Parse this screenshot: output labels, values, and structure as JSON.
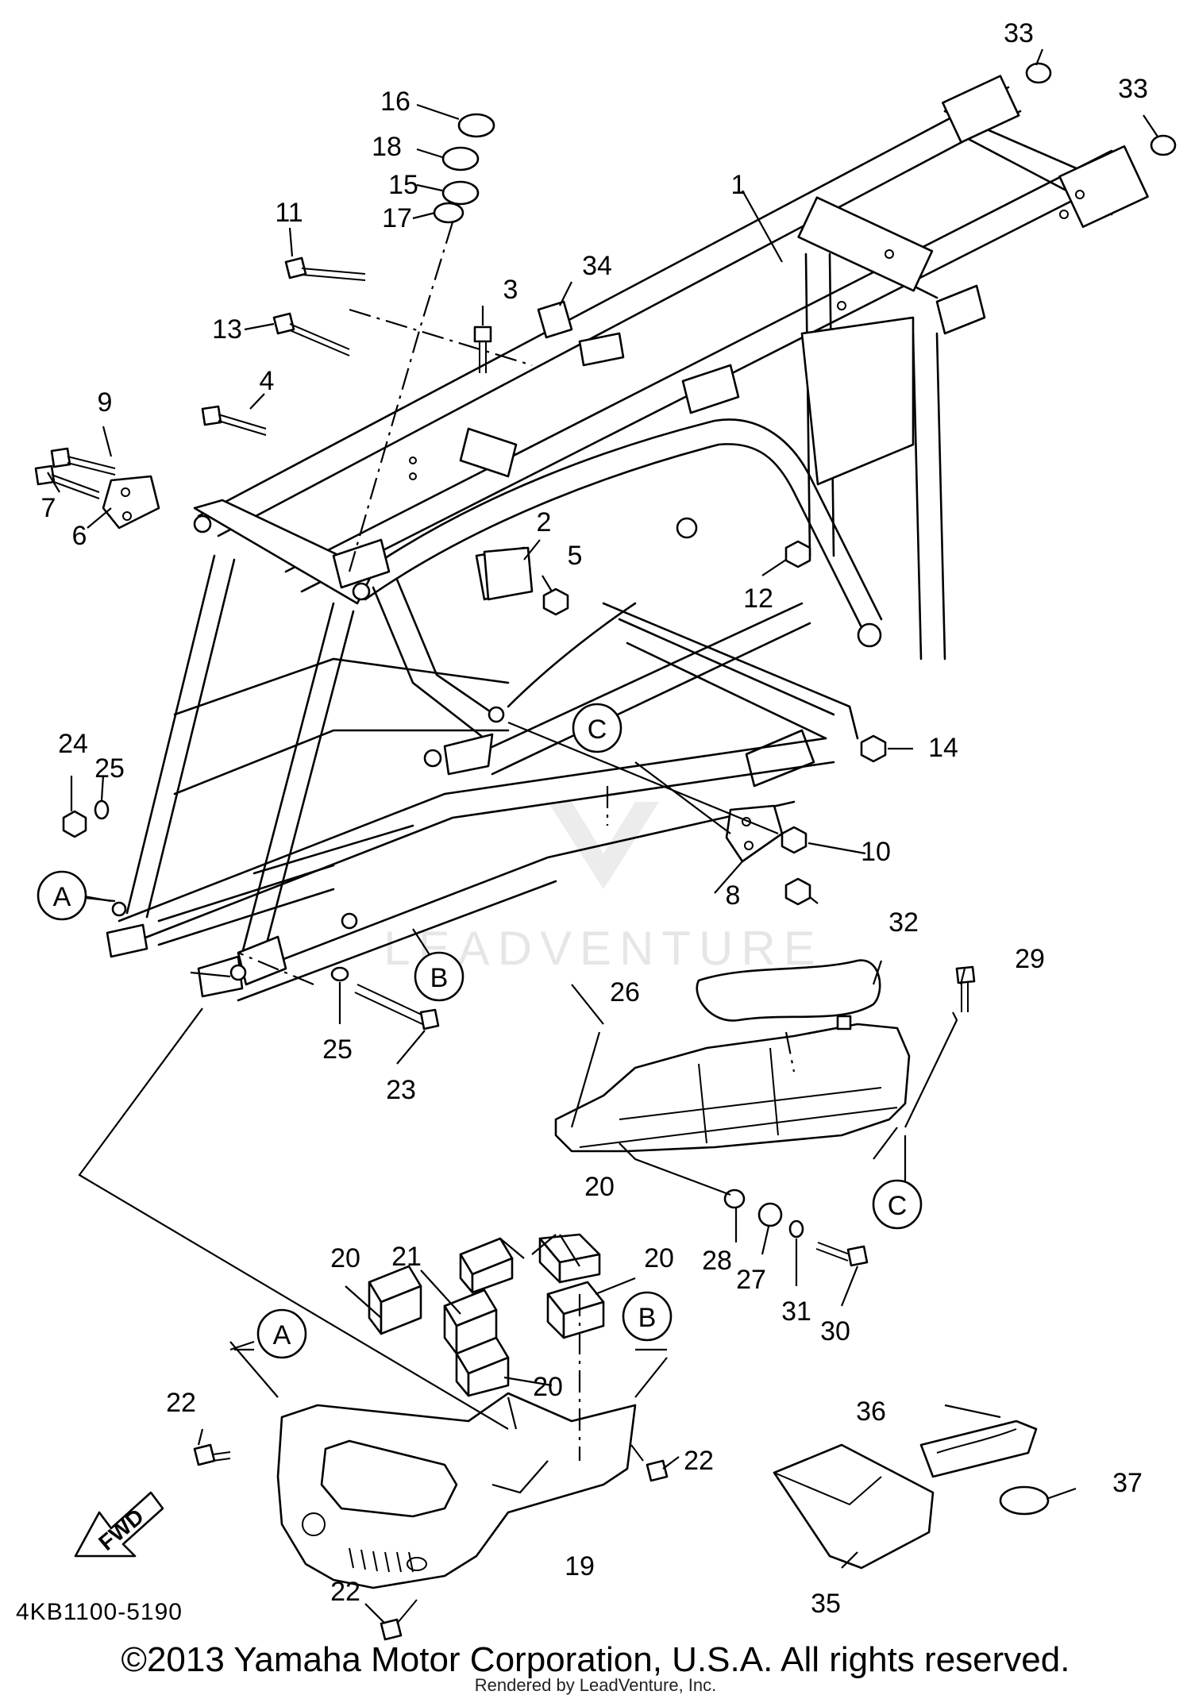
{
  "diagram_code": "4KB1100-5190",
  "copyright": "©2013 Yamaha Motor Corporation, U.S.A. All rights reserved.",
  "rendered_by": "Rendered by LeadVenture, Inc.",
  "watermark": "LEADVENTURE",
  "fwd_label": "FWD",
  "ref_letters": {
    "a": "A",
    "b": "B",
    "c": "C"
  },
  "callouts": {
    "c1": "1",
    "c2": "2",
    "c3": "3",
    "c4": "4",
    "c5": "5",
    "c6": "6",
    "c7": "7",
    "c8": "8",
    "c9": "9",
    "c10": "10",
    "c11": "11",
    "c12": "12",
    "c13": "13",
    "c14": "14",
    "c15": "15",
    "c16": "16",
    "c17": "17",
    "c18": "18",
    "c19": "19",
    "c20": "20",
    "c21": "21",
    "c22": "22",
    "c23": "23",
    "c24": "24",
    "c25": "25",
    "c26": "26",
    "c27": "27",
    "c28": "28",
    "c29": "29",
    "c30": "30",
    "c31": "31",
    "c32": "32",
    "c33": "33",
    "c34": "34",
    "c35": "35",
    "c36": "36",
    "c37": "37"
  }
}
